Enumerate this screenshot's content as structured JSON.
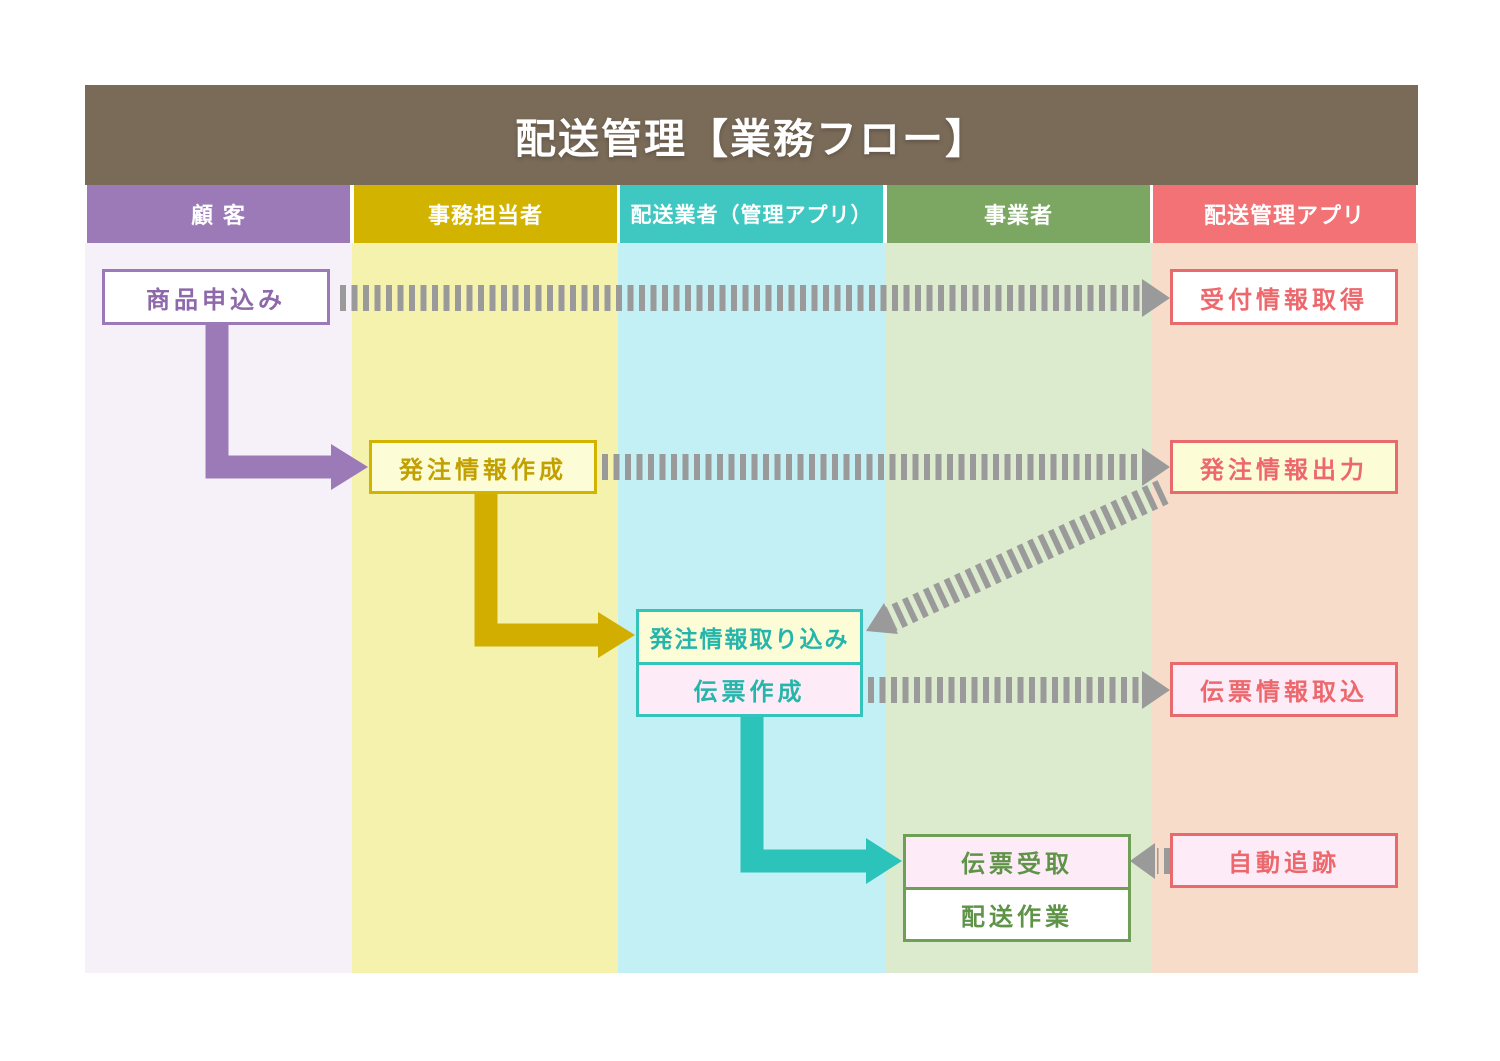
{
  "title": "配送管理【業務フロー】",
  "columns": [
    {
      "label": "顧 客",
      "header_color": "#9c7ab8",
      "bg_color": "#f6f1f8"
    },
    {
      "label": "事務担当者",
      "header_color": "#d2b300",
      "bg_color": "#f5f2ad"
    },
    {
      "label": "配送業者（管理アプリ）",
      "header_color": "#3fc7c1",
      "bg_color": "#c3f0f5"
    },
    {
      "label": "事業者",
      "header_color": "#7ca763",
      "bg_color": "#dceacd"
    },
    {
      "label": "配送管理アプリ",
      "header_color": "#f37275",
      "bg_color": "#f7dcc9"
    }
  ],
  "nodes": [
    {
      "label": "商品申込み",
      "lane": "顧 客",
      "fill": "#ffffff",
      "accent": "#9c7ab8"
    },
    {
      "label": "発注情報作成",
      "lane": "事務担当者",
      "fill": "#fcfcd7",
      "accent": "#d2b300"
    },
    {
      "label": "発注情報取り込み",
      "lane": "配送業者（管理アプリ）",
      "fill": "#fcfcd7",
      "accent": "#35c4bc"
    },
    {
      "label": "伝票作成",
      "lane": "配送業者（管理アプリ）",
      "fill": "#fdebf7",
      "accent": "#35c4bc"
    },
    {
      "label": "伝票受取",
      "lane": "事業者",
      "fill": "#fdebf7",
      "accent": "#6f9e57"
    },
    {
      "label": "配送作業",
      "lane": "事業者",
      "fill": "#ffffff",
      "accent": "#6f9e57"
    },
    {
      "label": "受付情報取得",
      "lane": "配送管理アプリ",
      "fill": "#ffffff",
      "accent": "#e96a6d"
    },
    {
      "label": "発注情報出力",
      "lane": "配送管理アプリ",
      "fill": "#fcfcd7",
      "accent": "#e96a6d"
    },
    {
      "label": "伝票情報取込",
      "lane": "配送管理アプリ",
      "fill": "#fdebf7",
      "accent": "#e96a6d"
    },
    {
      "label": "自動追跡",
      "lane": "配送管理アプリ",
      "fill": "#fdebf7",
      "accent": "#e96a6d"
    }
  ],
  "flows": [
    {
      "from": "商品申込み",
      "to": "受付情報取得",
      "style": "dashed",
      "color": "#9a9a9a"
    },
    {
      "from": "商品申込み",
      "to": "発注情報作成",
      "style": "solid",
      "color": "#9c7ab8"
    },
    {
      "from": "発注情報作成",
      "to": "発注情報出力",
      "style": "dashed",
      "color": "#9a9a9a"
    },
    {
      "from": "発注情報作成",
      "to": "発注情報取り込み",
      "style": "solid",
      "color": "#d2ae00"
    },
    {
      "from": "発注情報出力",
      "to": "発注情報取り込み",
      "style": "dashed",
      "color": "#9a9a9a"
    },
    {
      "from": "伝票作成",
      "to": "伝票情報取込",
      "style": "dashed",
      "color": "#9a9a9a"
    },
    {
      "from": "伝票作成",
      "to": "伝票受取",
      "style": "solid",
      "color": "#2cc3ba"
    },
    {
      "from": "自動追跡",
      "to": "伝票受取",
      "style": "dashed",
      "color": "#9a9a9a"
    }
  ],
  "colors": {
    "title_bar_bg": "#7a6b59",
    "title_text": "#ffffff",
    "connector_gray": "#9a9a9a",
    "arrow_purple": "#9c7ab8",
    "arrow_gold": "#d2ae00",
    "arrow_teal": "#2cc3ba"
  }
}
